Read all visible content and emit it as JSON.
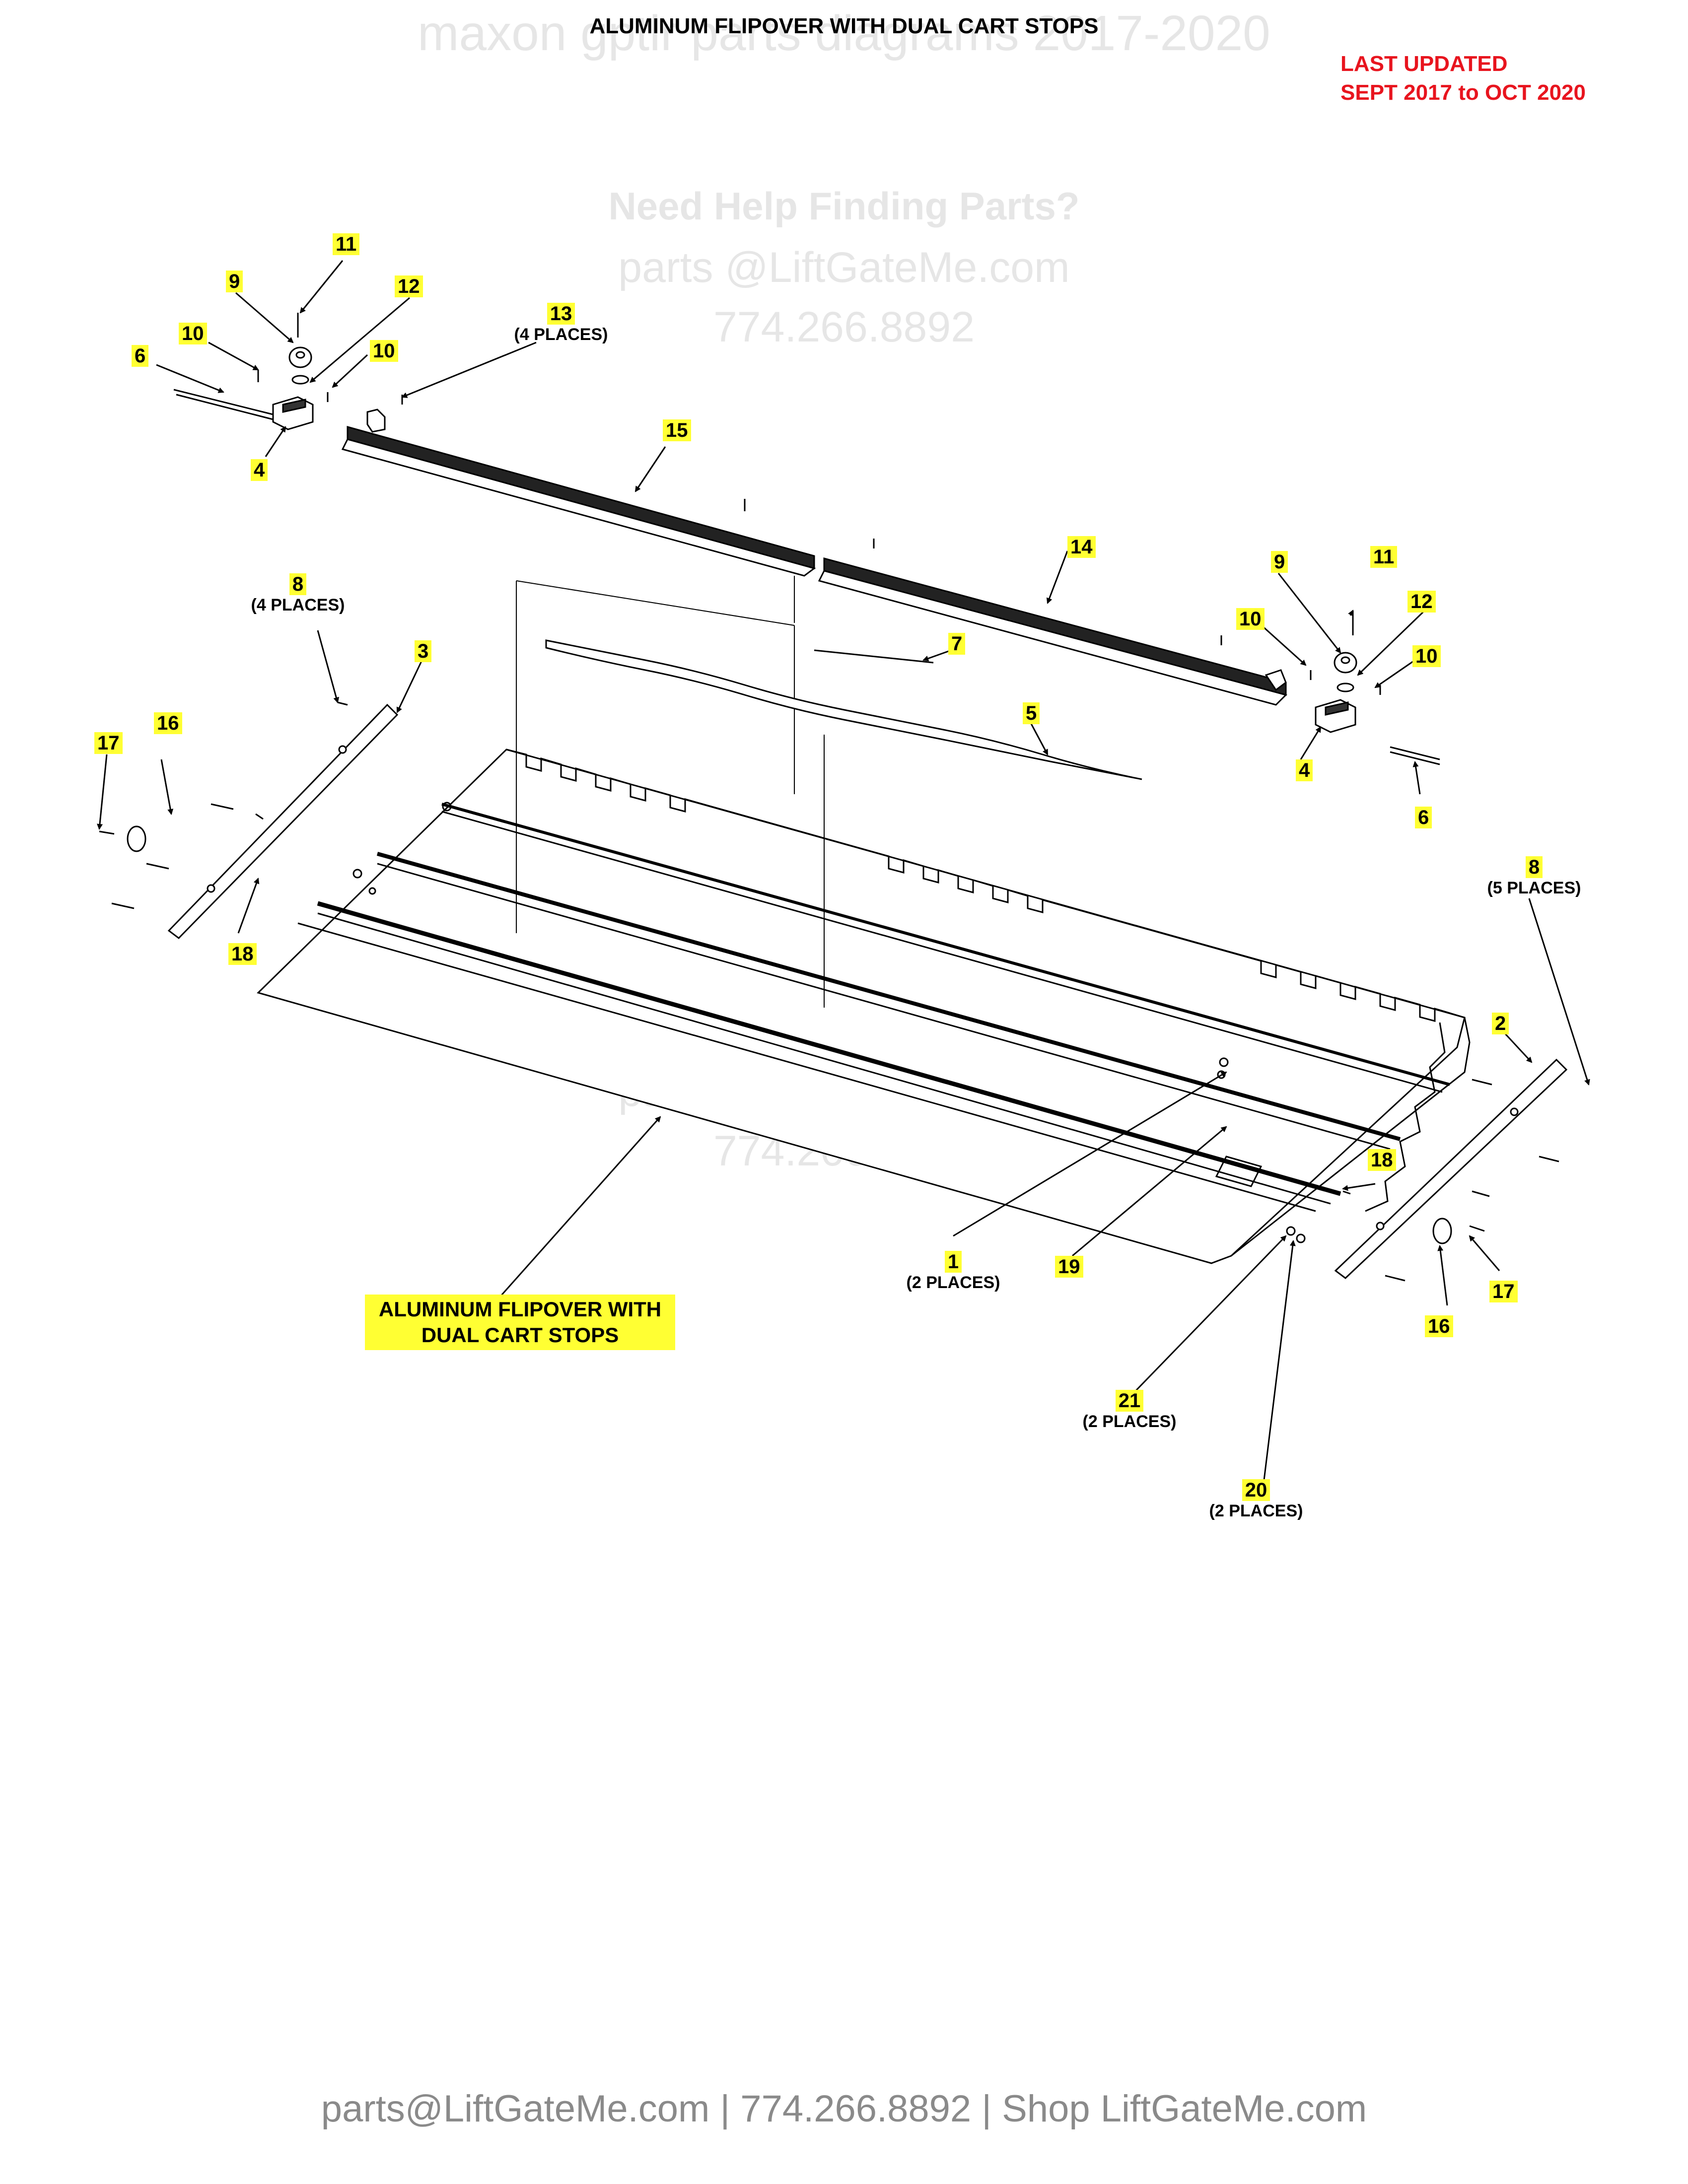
{
  "title": "ALUMINUM FLIPOVER WITH DUAL CART STOPS",
  "watermark": {
    "top": "maxon gptlr parts diagrams 2017-2020",
    "line1": "Need Help Finding Parts?",
    "line2": "parts @LiftGateMe.com",
    "line3": "774.266.8892"
  },
  "updated": {
    "line1": "LAST UPDATED",
    "line2": "SEPT 2017 to OCT 2020"
  },
  "callouts": {
    "c1": "1",
    "c1p": "(2 PLACES)",
    "c2": "2",
    "c3": "3",
    "c4a": "4",
    "c4b": "4",
    "c5": "5",
    "c6a": "6",
    "c6b": "6",
    "c7": "7",
    "c8a": "8",
    "c8ap": "(4 PLACES)",
    "c8b": "8",
    "c8bp": "(5 PLACES)",
    "c9a": "9",
    "c9b": "9",
    "c10a": "10",
    "c10b": "10",
    "c10c": "10",
    "c10d": "10",
    "c11a": "11",
    "c11b": "11",
    "c12a": "12",
    "c12b": "12",
    "c13": "13",
    "c13p": "(4 PLACES)",
    "c14": "14",
    "c15": "15",
    "c16a": "16",
    "c16b": "16",
    "c17a": "17",
    "c17b": "17",
    "c18a": "18",
    "c18b": "18",
    "c19": "19",
    "c20": "20",
    "c20p": "(2 PLACES)",
    "c21": "21",
    "c21p": "(2 PLACES)"
  },
  "assembly_label": {
    "line1": "ALUMINUM FLIPOVER WITH",
    "line2": "DUAL CART STOPS"
  },
  "footer": "parts@LiftGateMe.com | 774.266.8892 | Shop LiftGateMe.com"
}
